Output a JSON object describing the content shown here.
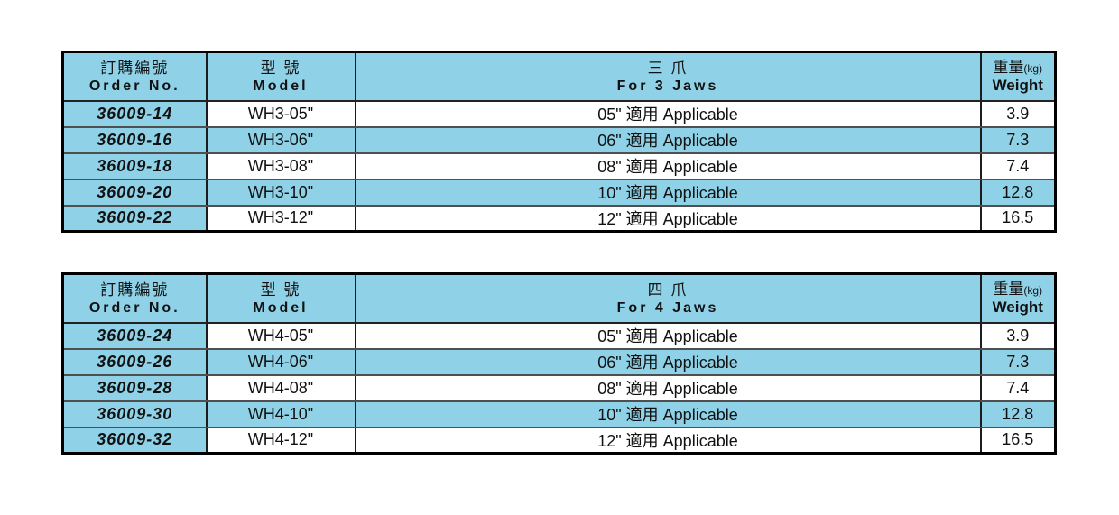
{
  "page": {
    "background": "#ffffff"
  },
  "colors": {
    "cell_blue": "#8FD2E8",
    "row_white": "#ffffff",
    "outer_border": "#000000",
    "grid_vertical": "#1c1c1c",
    "grid_horizontal": "#4f4f4f",
    "text": "#111111"
  },
  "tables": [
    {
      "title": "For 3 Jaws",
      "headers": {
        "order_zh": "訂購編號",
        "order_en": "Order No.",
        "model_zh": "型 號",
        "model_en": "Model",
        "jaws_zh": "三 爪",
        "jaws_en": "For 3 Jaws",
        "weight_zh": "重量",
        "weight_unit": "(kg)",
        "weight_en": "Weight"
      },
      "rows": [
        {
          "order_no": "36009-14",
          "model": "WH3-05\"",
          "applicable": "05\" 適用 Applicable",
          "weight": "3.9"
        },
        {
          "order_no": "36009-16",
          "model": "WH3-06\"",
          "applicable": "06\" 適用 Applicable",
          "weight": "7.3"
        },
        {
          "order_no": "36009-18",
          "model": "WH3-08\"",
          "applicable": "08\" 適用 Applicable",
          "weight": "7.4"
        },
        {
          "order_no": "36009-20",
          "model": "WH3-10\"",
          "applicable": "10\" 適用 Applicable",
          "weight": "12.8"
        },
        {
          "order_no": "36009-22",
          "model": "WH3-12\"",
          "applicable": "12\" 適用 Applicable",
          "weight": "16.5"
        }
      ]
    },
    {
      "title": "For 4 Jaws",
      "headers": {
        "order_zh": "訂購編號",
        "order_en": "Order No.",
        "model_zh": "型 號",
        "model_en": "Model",
        "jaws_zh": "四 爪",
        "jaws_en": "For 4 Jaws",
        "weight_zh": "重量",
        "weight_unit": "(kg)",
        "weight_en": "Weight"
      },
      "rows": [
        {
          "order_no": "36009-24",
          "model": "WH4-05\"",
          "applicable": "05\" 適用 Applicable",
          "weight": "3.9"
        },
        {
          "order_no": "36009-26",
          "model": "WH4-06\"",
          "applicable": "06\" 適用 Applicable",
          "weight": "7.3"
        },
        {
          "order_no": "36009-28",
          "model": "WH4-08\"",
          "applicable": "08\" 適用 Applicable",
          "weight": "7.4"
        },
        {
          "order_no": "36009-30",
          "model": "WH4-10\"",
          "applicable": "10\" 適用 Applicable",
          "weight": "12.8"
        },
        {
          "order_no": "36009-32",
          "model": "WH4-12\"",
          "applicable": "12\" 適用 Applicable",
          "weight": "16.5"
        }
      ]
    }
  ]
}
